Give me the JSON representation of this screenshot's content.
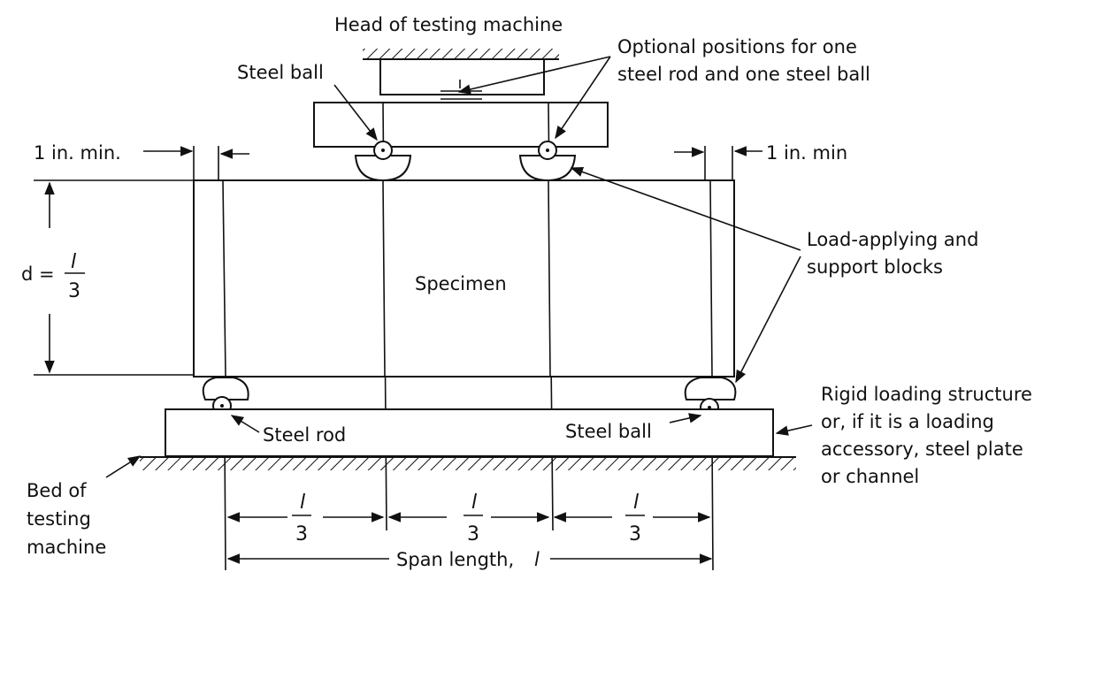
{
  "labels": {
    "head": "Head of testing machine",
    "steel_ball_top": "Steel ball",
    "optional_1": "Optional positions for one",
    "optional_2": "steel rod and one steel ball",
    "min_left": "1 in. min.",
    "min_right": "1 in. min",
    "depth_lhs": "d =",
    "frac_num": "l",
    "frac_den": "3",
    "specimen": "Specimen",
    "blocks_1": "Load-applying and",
    "blocks_2": "support blocks",
    "rigid_1": "Rigid loading structure",
    "rigid_2": "or, if it is a loading",
    "rigid_3": "accessory, steel plate",
    "rigid_4": "or channel",
    "steel_rod": "Steel rod",
    "steel_ball_bottom": "Steel ball",
    "bed_1": "Bed of",
    "bed_2": "testing",
    "bed_3": "machine",
    "span": "Span length,",
    "span_symbol": "l"
  }
}
